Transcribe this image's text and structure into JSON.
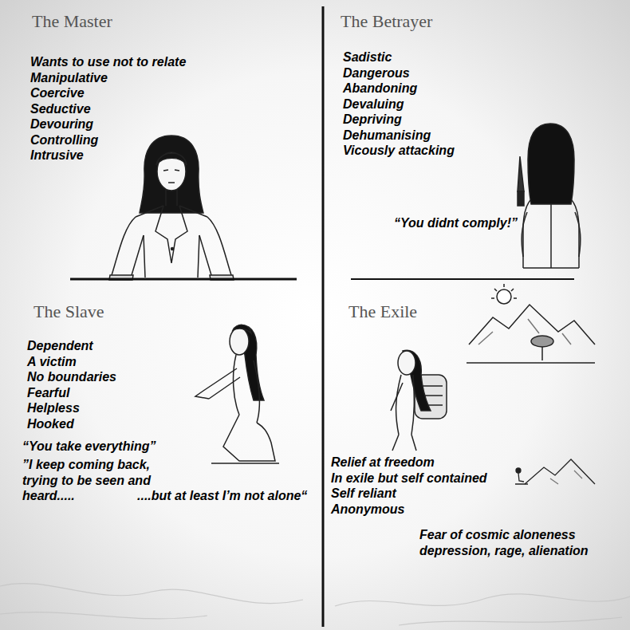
{
  "diagram": {
    "nodes": [
      {
        "text": [
          "The Master",
          "Wants to use not to relate",
          "Manipulative",
          "Coercive",
          "Seductive",
          "Devouring",
          "Controlling",
          "Intrusive"
        ]
      },
      {
        "text": [
          "The Betrayer",
          "Sadistic",
          "Dangerous",
          "Abandoning",
          "Devaluing",
          "Depriving",
          "Dehumanising",
          "Vicously attacking",
          "“You didnt comply!”"
        ]
      },
      {
        "text": [
          "The Slave",
          "Dependent",
          "A victim",
          "No boundaries",
          "Fearful",
          "Helpless",
          "Hooked",
          "“You take everything”",
          "”I keep coming back, trying to be seen and heard.....",
          "....but at least I’m not alone“"
        ]
      },
      {
        "text": [
          "The Exile",
          "Relief at freedom",
          "In exile but self contained",
          "Self reliant",
          "Anonymous",
          "Fear of cosmic aloneness depression, rage, alienation"
        ]
      }
    ]
  }
}
